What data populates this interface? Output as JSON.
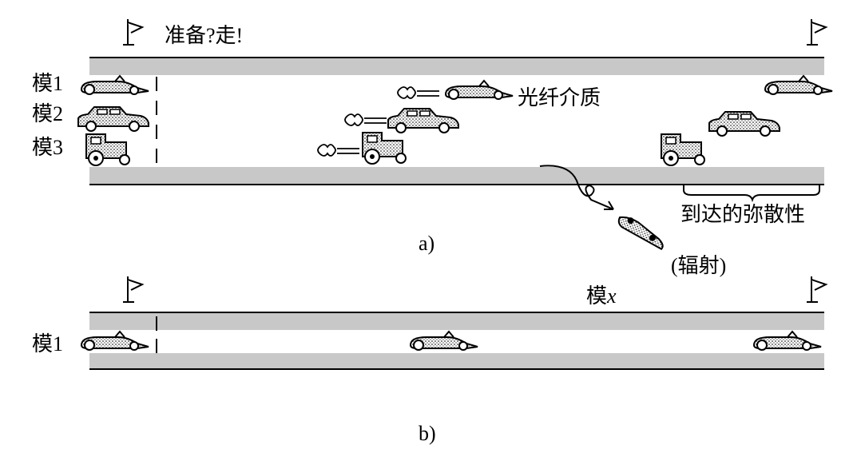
{
  "diagram_a": {
    "start_text": "准备?走!",
    "mode_labels": [
      "模1",
      "模2",
      "模3"
    ],
    "fiber_label": "光纤介质",
    "dispersion_label": "到达的弥散性",
    "radiation_label": "(辐射)",
    "caption": "a)"
  },
  "diagram_b": {
    "mode_x_prefix": "模",
    "mode_x_var": "x",
    "mode_label": "模1",
    "caption": "b)"
  },
  "colors": {
    "cladding": "#c8c8c8",
    "line": "#000000",
    "background": "#ffffff"
  },
  "icons": [
    "flag-icon",
    "race-car-icon",
    "sedan-car-icon",
    "truck-icon",
    "exhaust-icon",
    "crashed-car-icon"
  ]
}
